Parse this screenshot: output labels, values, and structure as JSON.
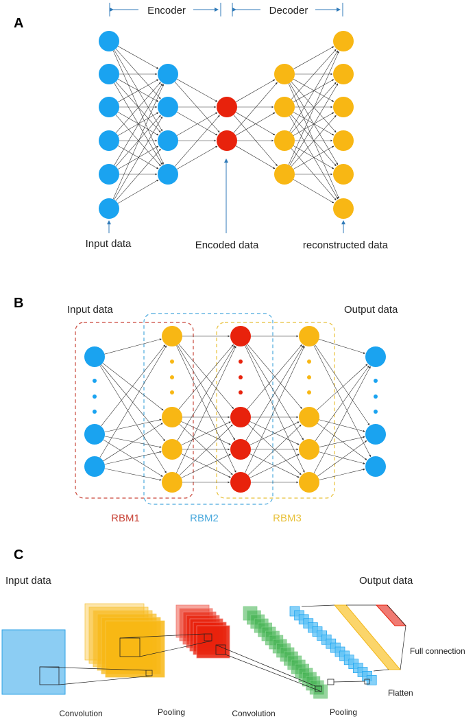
{
  "colors": {
    "blue": "#1aa3f0",
    "orange": "#f8b714",
    "red": "#e8220c",
    "green": "#3fb04f",
    "rbm1": "#c9463a",
    "rbm2": "#4aa9dd",
    "rbm3": "#e8c13a",
    "arrow": "#2f7ab8",
    "edge": "#333333"
  },
  "panel_a": {
    "letter": "A",
    "encoder_label": "Encoder",
    "decoder_label": "Decoder",
    "input_label": "Input data",
    "encoded_label": "Encoded data",
    "reconstructed_label": "reconstructed data"
  },
  "panel_b": {
    "letter": "B",
    "input_label": "Input data",
    "output_label": "Output data",
    "rbm1_label": "RBM1",
    "rbm2_label": "RBM2",
    "rbm3_label": "RBM3"
  },
  "panel_c": {
    "letter": "C",
    "input_label": "Input data",
    "output_label": "Output data",
    "convolution1_label": "Convolution",
    "pooling1_label": "Pooling",
    "convolution2_label": "Convolution",
    "pooling2_label": "Pooling",
    "flatten_label": "Flatten",
    "full_connection_label": "Full connection"
  }
}
